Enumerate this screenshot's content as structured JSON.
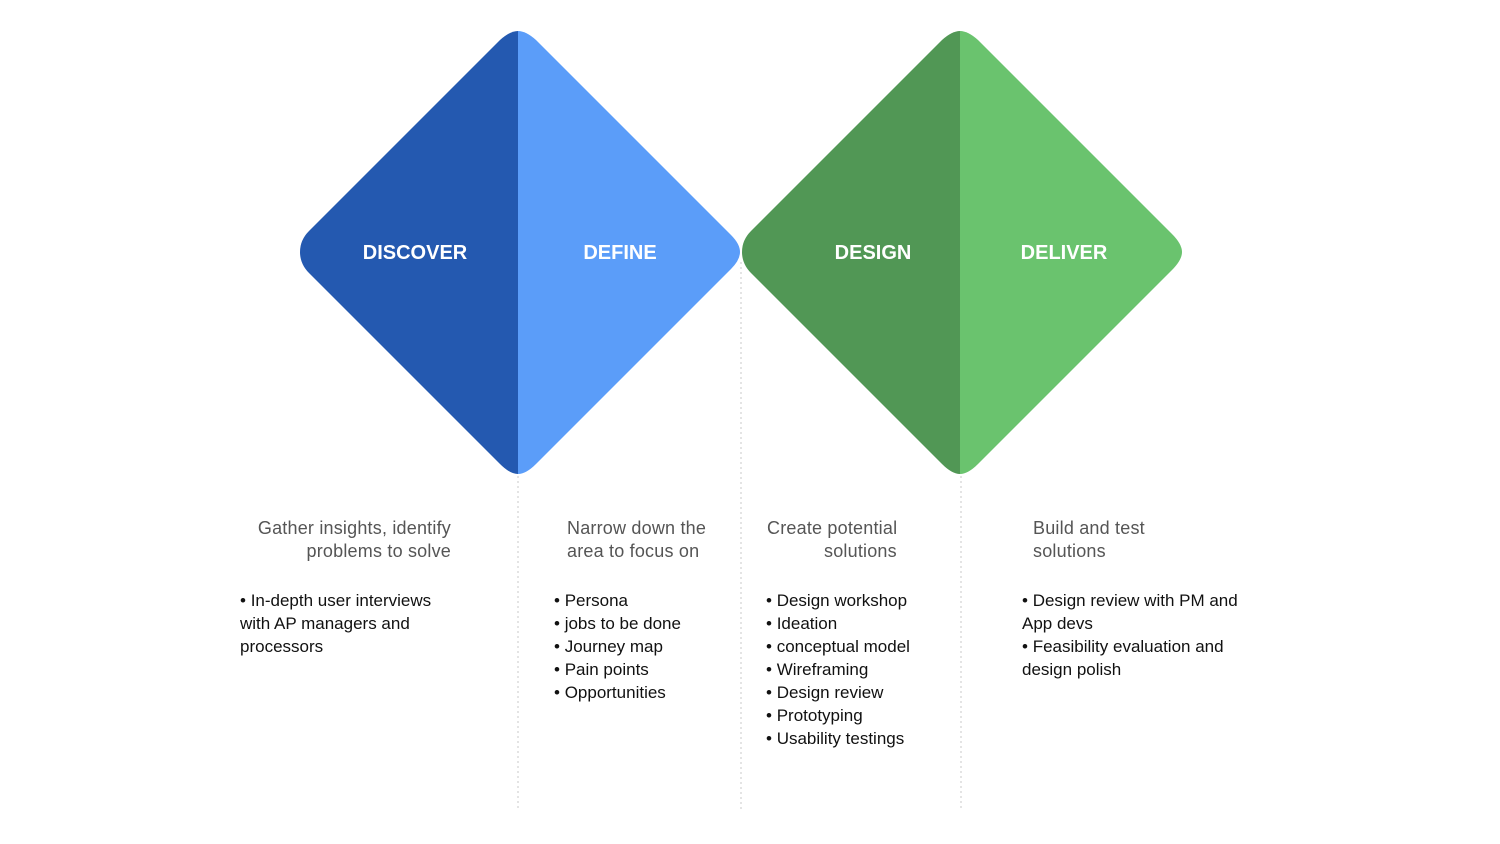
{
  "phases": [
    {
      "label": "DISCOVER",
      "color": "#2459B0"
    },
    {
      "label": "DEFINE",
      "color": "#5B9DF9"
    },
    {
      "label": "DESIGN",
      "color": "#519755"
    },
    {
      "label": "DELIVER",
      "color": "#6AC36E"
    }
  ],
  "columns": [
    {
      "summary": [
        "Gather insights, identify",
        "problems to solve"
      ],
      "items": [
        "In-depth user interviews with AP managers and processors"
      ]
    },
    {
      "summary": [
        "Narrow down the",
        "area to focus on"
      ],
      "items": [
        "Persona",
        "jobs to be done",
        "Journey map",
        "Pain points",
        "Opportunities"
      ]
    },
    {
      "summary": [
        "Create potential",
        "solutions"
      ],
      "items": [
        "Design workshop",
        "Ideation",
        "conceptual model",
        "Wireframing",
        "Design review",
        "Prototyping",
        "Usability testings"
      ]
    },
    {
      "summary": [
        "Build and test",
        "solutions"
      ],
      "items": [
        "Design review with PM and App devs",
        "Feasibility evaluation and design polish"
      ]
    }
  ]
}
